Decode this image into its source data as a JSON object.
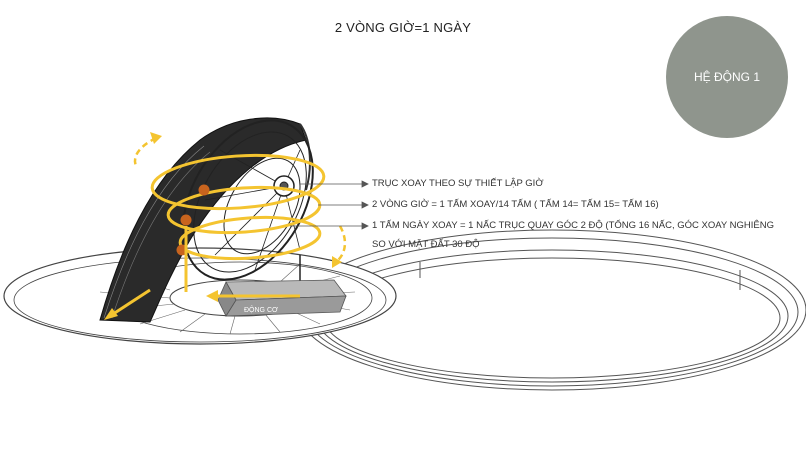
{
  "title": "2 VÒNG GIỜ=1 NGÀY",
  "badge": {
    "label": "HỆ ĐỘNG 1",
    "color": "#8f958d"
  },
  "annotations": [
    {
      "text": "TRỤC XOAY THEO SỰ THIẾT LẬP GIỜ"
    },
    {
      "text": "2 VÒNG GIỜ = 1 TẤM XOAY/14 TẤM ( TẤM 14= TẤM 15= TẤM 16)"
    },
    {
      "text_line1": "1 TẤM NGÀY XOAY = 1 NẤC TRỤC QUAY GÓC 2 ĐỘ (TỔNG 16 NẤC, GÓC XOAY NGHIÊNG",
      "text_line2": "SO VỚI MẶT ĐẤT 30 ĐỘ"
    }
  ],
  "motor_label": "ĐỘNG CƠ",
  "colors": {
    "accent_yellow": "#f4c430",
    "pivot_orange": "#c8641e",
    "motor_gray": "#9a9a9a"
  }
}
